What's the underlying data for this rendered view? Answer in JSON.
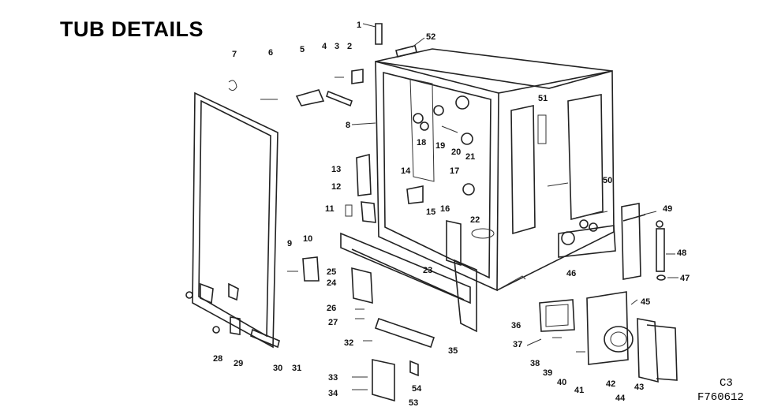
{
  "title": "TUB DETAILS",
  "page_code": "C3",
  "figure_id": "F760612",
  "part_labels": [
    "1",
    "2",
    "3",
    "4",
    "5",
    "6",
    "7",
    "8",
    "9",
    "10",
    "11",
    "12",
    "13",
    "14",
    "15",
    "16",
    "17",
    "18",
    "19",
    "20",
    "21",
    "22",
    "23",
    "24",
    "25",
    "26",
    "27",
    "28",
    "29",
    "30",
    "31",
    "32",
    "33",
    "34",
    "35",
    "36",
    "37",
    "38",
    "39",
    "40",
    "41",
    "42",
    "43",
    "44",
    "45",
    "46",
    "47",
    "48",
    "49",
    "50",
    "51",
    "52",
    "53",
    "54"
  ]
}
